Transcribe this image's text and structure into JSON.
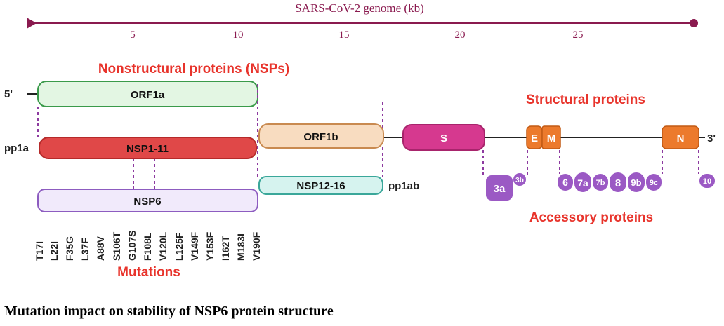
{
  "axis": {
    "title": "SARS-CoV-2 genome (kb)",
    "ticks": [
      "5",
      "10",
      "15",
      "20",
      "25"
    ],
    "color": "#8a1a4f"
  },
  "titles": {
    "nsps": "Nonstructural proteins (NSPs)",
    "structural": "Structural proteins",
    "accessory": "Accessory proteins",
    "mutations": "Mutations"
  },
  "labels": {
    "five_prime": "5'",
    "three_prime": "3'",
    "pp1a": "pp1a",
    "pp1ab": "pp1ab"
  },
  "boxes": {
    "orf1a": "ORF1a",
    "nsp1_11": "NSP1-11",
    "nsp6": "NSP6",
    "orf1b": "ORF1b",
    "nsp12_16": "NSP12-16",
    "s": "S",
    "e": "E",
    "m": "M",
    "n": "N"
  },
  "accessory": [
    "3a",
    "3b",
    "6",
    "7a",
    "7b",
    "8",
    "9b",
    "9c",
    "10"
  ],
  "mutations": [
    "T17I",
    "L22I",
    "F35G",
    "L37F",
    "A88V",
    "S106T",
    "G107S",
    "F108L",
    "V120L",
    "L125F",
    "V149F",
    "Y153F",
    "I162T",
    "M183I",
    "V190F"
  ],
  "caption": "Mutation impact on stability of NSP6 protein structure",
  "colors": {
    "orf1a_fill": "#e3f6e3",
    "orf1a_stroke": "#3a9a4a",
    "nsp1_fill": "#e04848",
    "nsp1_stroke": "#b52a2a",
    "nsp6_fill": "#f1eafb",
    "nsp6_stroke": "#8d5cc0",
    "orf1b_fill": "#f8dcc0",
    "orf1b_stroke": "#c98a50",
    "nsp12_fill": "#d6f3ef",
    "nsp12_stroke": "#3aa79a",
    "s_fill": "#d6398f",
    "s_stroke": "#a8246c",
    "em_fill": "#ec7a2c",
    "n_fill": "#ec7a2c",
    "accessory_fill": "#9b59c4",
    "title_red": "#e8342c",
    "dotted": "#8d3aa0"
  }
}
